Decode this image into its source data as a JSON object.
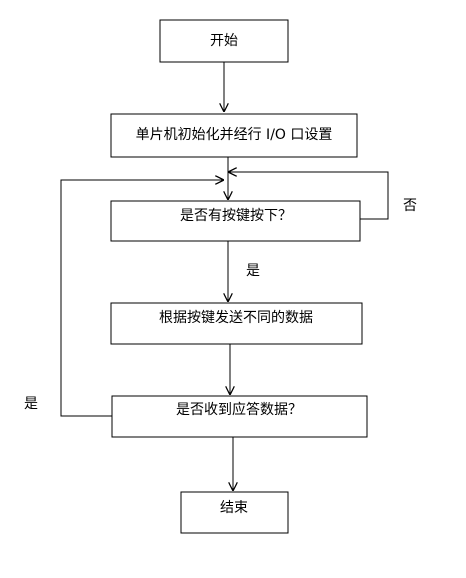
{
  "diagram": {
    "nodes": {
      "start": "开始",
      "init": "单片机初始化并经行 I/O 口设置",
      "key_pressed": "是否有按键按下？",
      "send_data": "根据按键发送不同的数据",
      "received_ack": "是否收到应答数据？",
      "end": "结束"
    },
    "edge_labels": {
      "no": "否",
      "yes_down": "是",
      "yes_loop": "是"
    }
  }
}
